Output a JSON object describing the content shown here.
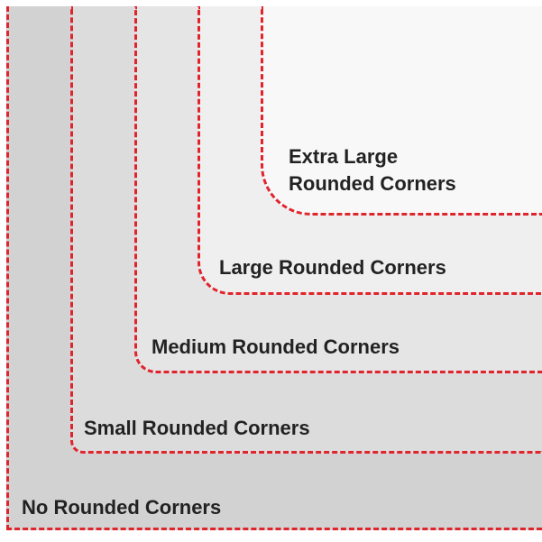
{
  "layers": [
    {
      "label": "No Rounded Corners"
    },
    {
      "label": "Small Rounded Corners"
    },
    {
      "label": "Medium Rounded Corners"
    },
    {
      "label": "Large Rounded Corners"
    },
    {
      "label_line1": "Extra Large",
      "label_line2": "Rounded Corners"
    }
  ],
  "colors": {
    "border": "#e0242c",
    "text": "#222222"
  }
}
